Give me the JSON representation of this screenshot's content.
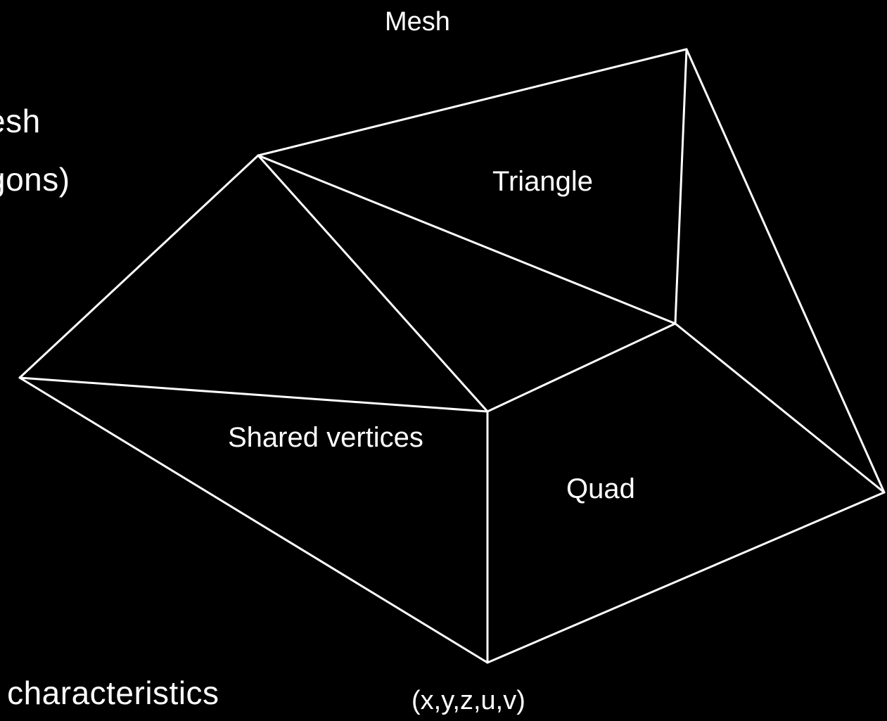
{
  "slide": {
    "text_lines": [
      "esh",
      "gons)",
      "le characteristics"
    ]
  },
  "diagram": {
    "title": "Mesh",
    "labels": {
      "triangle": "Triangle",
      "shared_vertices": "Shared vertices",
      "quad": "Quad",
      "vertex_attributes": "(x,y,z,u,v)"
    },
    "colors": {
      "background": "#000000",
      "stroke": "#ffffff",
      "text": "#ffffff"
    }
  }
}
